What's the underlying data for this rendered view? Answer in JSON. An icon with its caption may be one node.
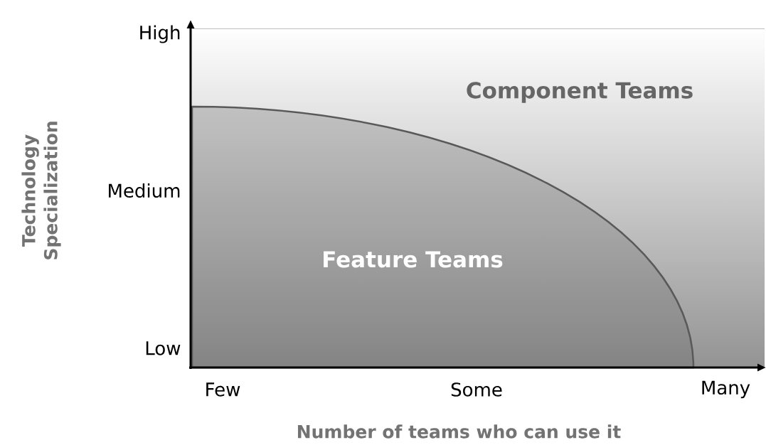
{
  "diagram": {
    "nodes": [
      {
        "text": [
          "Component Teams"
        ]
      },
      {
        "text": [
          "Feature Teams"
        ],
        "in": 0
      }
    ],
    "labels": [
      "High",
      "Medium",
      "Low",
      "Few",
      "Some",
      "Many",
      "Technology Specialization",
      "Number of teams who can use it"
    ]
  }
}
